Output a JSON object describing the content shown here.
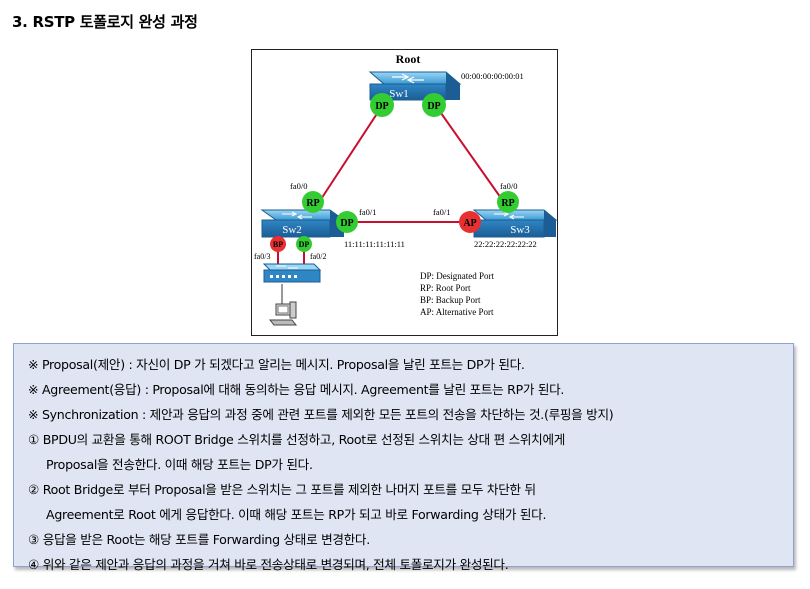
{
  "title": "3. RSTP 토폴로지 완성 과정",
  "diagram": {
    "root_label": "Root",
    "switches": [
      {
        "name": "Sw1",
        "mac": "00:00:00:00:00:01"
      },
      {
        "name": "Sw2",
        "mac": "11:11:11:11:11:11"
      },
      {
        "name": "Sw3",
        "mac": "22:22:22:22:22:22"
      }
    ],
    "ports": {
      "dp": "DP",
      "rp": "RP",
      "bp": "BP",
      "ap": "AP",
      "fa0_0": "fa0/0",
      "fa0_1": "fa0/1",
      "fa0_2": "fa0/2",
      "fa0_3": "fa0/3"
    },
    "legend": [
      "DP: Designated Port",
      "RP: Root Port",
      "BP: Backup Port",
      "AP: Alternative Port"
    ],
    "colors": {
      "green": "#33cc33",
      "red": "#e83030",
      "link": "#c8102e",
      "switch": "#3aa0d8"
    }
  },
  "lines": [
    "※ Proposal(제안) : 자신이 DP 가 되겠다고 알리는 메시지. Proposal을 날린 포트는 DP가 된다.",
    "※ Agreement(응답) : Proposal에 대해 동의하는 응답 메시지. Agreement를 날린 포트는 RP가 된다.",
    "※ Synchronization : 제안과 응답의 과정 중에 관련 포트를 제외한 모든 포트의 전송을 차단하는 것.(루핑을 방지)",
    "① BPDU의 교환을 통해 ROOT Bridge 스위치를 선정하고, Root로 선정된 스위치는 상대 편 스위치에게",
    "Proposal을 전송한다. 이때 해당 포트는 DP가 된다.",
    "② Root Bridge로 부터 Proposal을 받은 스위치는 그 포트를 제외한 나머지 포트를 모두 차단한 뒤",
    "Agreement로 Root 에게 응답한다. 이때 해당 포트는 RP가 되고 바로 Forwarding 상태가 된다.",
    "③ 응답을 받은 Root는 해당 포트를 Forwarding 상태로 변경한다.",
    "④ 위와 같은 제안과 응답의 과정을 거쳐 바로 전송상태로 변경되며, 전체 토폴로지가 완성된다."
  ]
}
